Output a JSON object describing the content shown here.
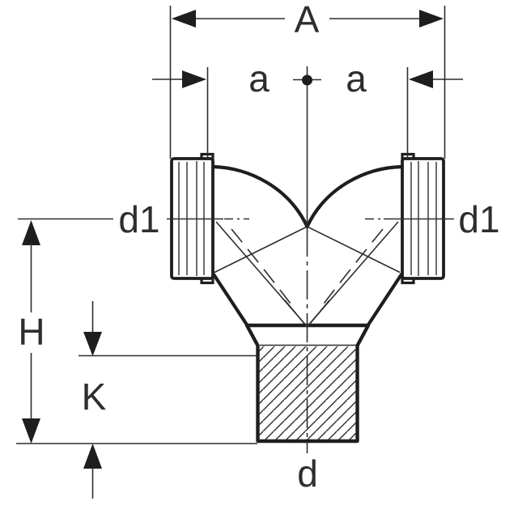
{
  "diagram": {
    "type": "technical-dimension-drawing",
    "subject": "double connection bend pipe fitting with two sockets and hatched spigot outlet",
    "labels": {
      "overall_width": "A",
      "offset_left": "a",
      "offset_right": "a",
      "inlet_diameter_left": "d1",
      "inlet_diameter_right": "d1",
      "height": "H",
      "insertion_depth": "K",
      "outlet_diameter": "d"
    },
    "colors": {
      "background": "#ffffff",
      "line": "#2d2d2d",
      "line_bold": "#1e1e1e",
      "text": "#2e2e2e"
    }
  }
}
